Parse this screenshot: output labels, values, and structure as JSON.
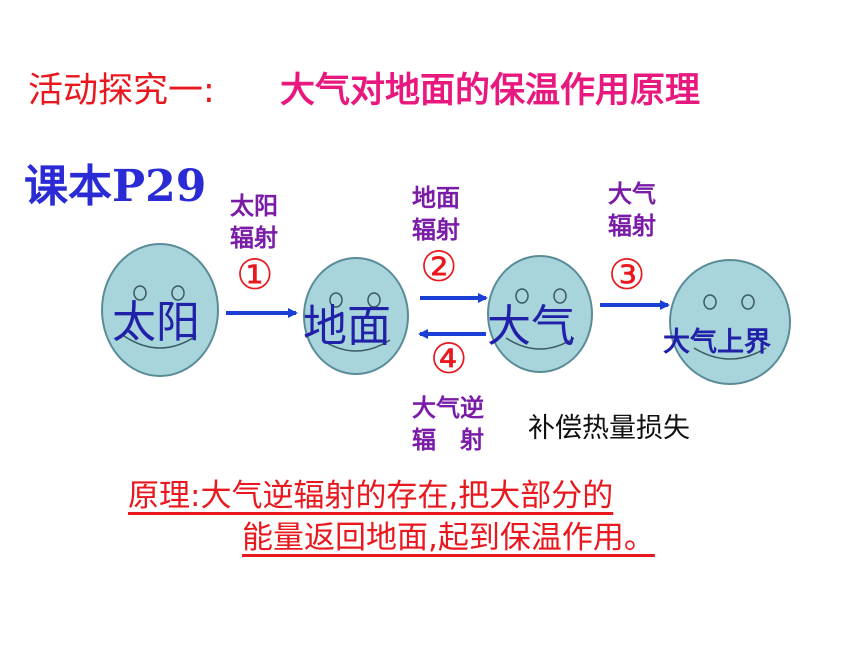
{
  "title": {
    "prefix": "活动探究一:",
    "main": "大气对地面的保温作用原理"
  },
  "textbook_ref": "课本P29",
  "nodes": [
    {
      "label": "太阳"
    },
    {
      "label": "地面"
    },
    {
      "label": "大气"
    },
    {
      "label": "大气上界"
    }
  ],
  "steps": [
    {
      "num": "①",
      "label_line1": "太阳",
      "label_line2": "辐射"
    },
    {
      "num": "②",
      "label_line1": "地面",
      "label_line2": "辐射"
    },
    {
      "num": "③",
      "label_line1": "大气",
      "label_line2": "辐射"
    },
    {
      "num": "④",
      "label_line1": "大气逆",
      "label_line2": "辐　射"
    }
  ],
  "note": "补偿热量损失",
  "principle": {
    "line1": "原理:大气逆辐射的存在,把大部分的",
    "line2": "能量返回地面,起到保温作用。"
  },
  "colors": {
    "circle_fill": "#a8d4dc",
    "circle_stroke": "#5a8c98",
    "arrow": "#1a3fd6",
    "title_prefix": "#e8181e",
    "title_main": "#e8187e",
    "step_label": "#7a1ca8",
    "step_num": "#e8181e",
    "node_label": "#2020a8"
  }
}
